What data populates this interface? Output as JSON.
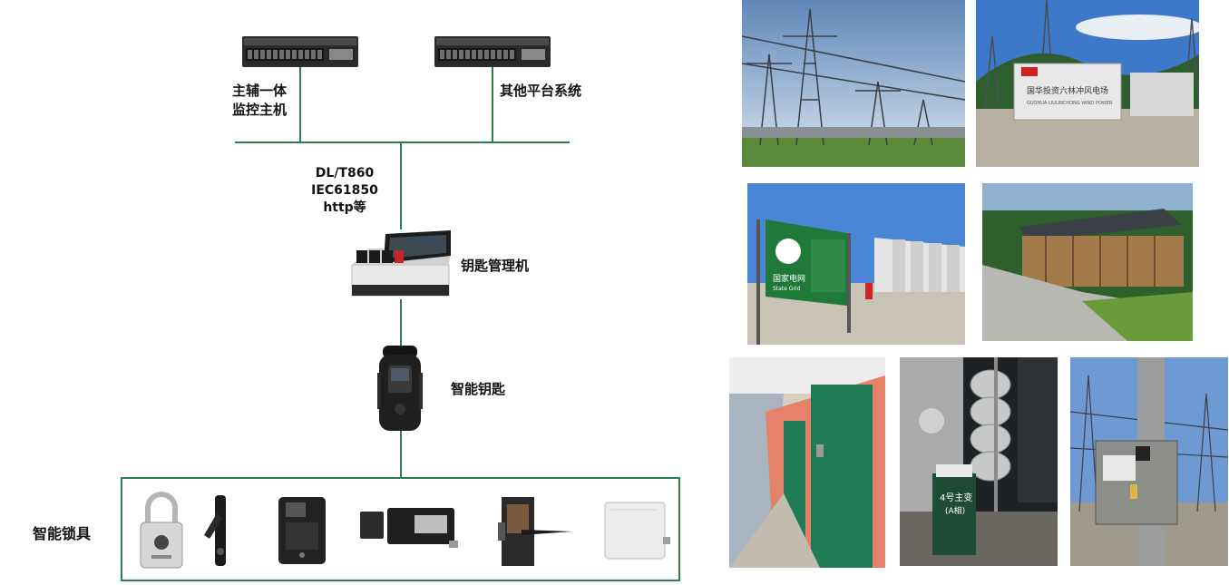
{
  "diagram": {
    "servers": [
      {
        "label_lines": [
          "主辅一体",
          "监控主机"
        ]
      },
      {
        "label_lines": [
          "其他平台系统"
        ]
      }
    ],
    "protocols": [
      "DL/T860",
      "IEC61850",
      "http等"
    ],
    "key_manager_label": "钥匙管理机",
    "smart_key_label": "智能钥匙",
    "smart_locks_label": "智能锁具",
    "line_color": "#2e7d4f"
  },
  "photos": {
    "sign_text_1": "国华投资六林冲风电场",
    "sign_text_2": "GUOHUA LIULINCHONG WIND POWER",
    "panel_text": "国家电网",
    "panel_text_en": "State Grid",
    "tag_line_1": "4号主变",
    "tag_line_2": "(A相)"
  }
}
